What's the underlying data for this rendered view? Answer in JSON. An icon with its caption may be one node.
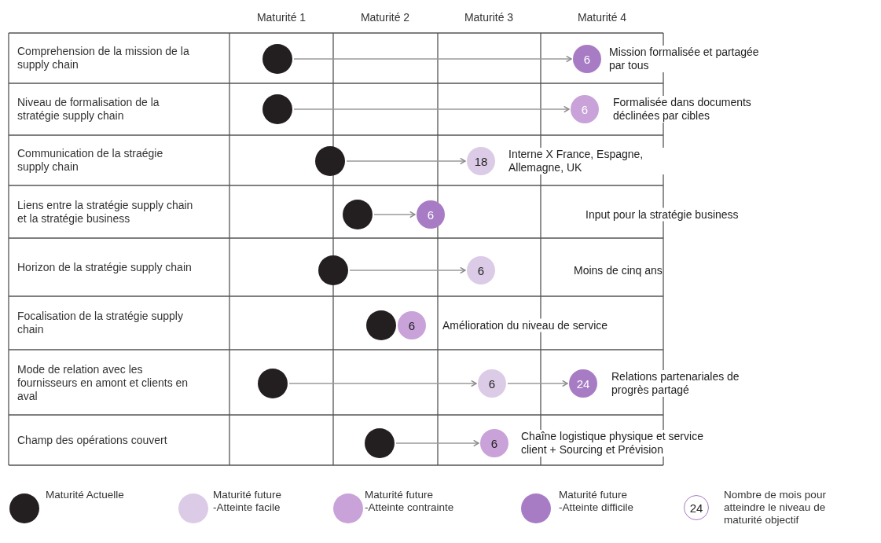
{
  "diagram": {
    "nodes": [
      {
        "text": [],
        "shape": "circle"
      },
      {
        "text": [
          "6"
        ],
        "beside": [
          "Mission formalisée et partagée par tous"
        ]
      },
      {
        "text": [],
        "shape": "circle"
      },
      {
        "text": [
          "6"
        ],
        "beside": [
          "Formalisée dans documents déclinées par cibles"
        ]
      },
      {
        "text": [],
        "shape": "circle"
      },
      {
        "text": [
          "18"
        ],
        "beside": [
          "Interne X France, Espagne, Allemagne, UK"
        ]
      },
      {
        "text": [],
        "shape": "circle"
      },
      {
        "text": [
          "6"
        ]
      },
      {
        "text": [],
        "shape": "circle"
      },
      {
        "text": [
          "6"
        ]
      },
      {
        "text": [],
        "shape": "circle"
      },
      {
        "text": [
          "6"
        ],
        "beside": [
          "Amélioration du niveau de service"
        ]
      },
      {
        "text": [],
        "shape": "circle"
      },
      {
        "text": [
          "6"
        ]
      },
      {
        "text": [
          "24"
        ],
        "beside": [
          "Relations partenariales de progrès partagé"
        ]
      },
      {
        "text": [],
        "shape": "circle"
      },
      {
        "text": [
          "6"
        ],
        "beside": [
          "Chaîne logistique physique et service client + Sourcing et Prévision"
        ]
      }
    ],
    "edges": [
      {
        "from": 0,
        "to": 1,
        "arrow": "to"
      },
      {
        "from": 2,
        "to": 3,
        "arrow": "to"
      },
      {
        "from": 4,
        "to": 5,
        "arrow": "to"
      },
      {
        "from": 6,
        "to": 7,
        "arrow": "to"
      },
      {
        "from": 8,
        "to": 9,
        "arrow": "to"
      },
      {
        "from": 12,
        "to": 13,
        "arrow": "to"
      },
      {
        "from": 13,
        "to": 14,
        "arrow": "to"
      },
      {
        "from": 15,
        "to": 16,
        "arrow": "to"
      }
    ],
    "labels": [
      "Maturité 1",
      "Maturité 2",
      "Maturité 3",
      "Maturité 4",
      "Comprehension de la mission de la supply chain",
      "Niveau de formalisation de la stratégie supply chain",
      "Communication de la straégie supply chain",
      "Liens entre la stratégie supply chain et la stratégie business",
      "Horizon de la stratégie supply chain",
      "Focalisation de la stratégie supply chain",
      "Mode de relation avec les fournisseurs en amont et clients en aval",
      "Champ des opérations couvert",
      "Input pour la stratégie business",
      "Moins de cinq ans",
      "24"
    ],
    "legend": [
      {
        "text": "Maturité Actuelle",
        "color": "#231f20"
      },
      {
        "text": "Maturité future -Atteinte facile",
        "color": "#dccbe6"
      },
      {
        "text": "Maturité future -Atteinte contrainte",
        "color": "#c8a2d8"
      },
      {
        "text": "Maturité future -Atteinte difficile",
        "color": "#a77cc4"
      },
      {
        "text": "Nombre de mois pour atteindre le niveau de maturité objectif"
      }
    ]
  }
}
